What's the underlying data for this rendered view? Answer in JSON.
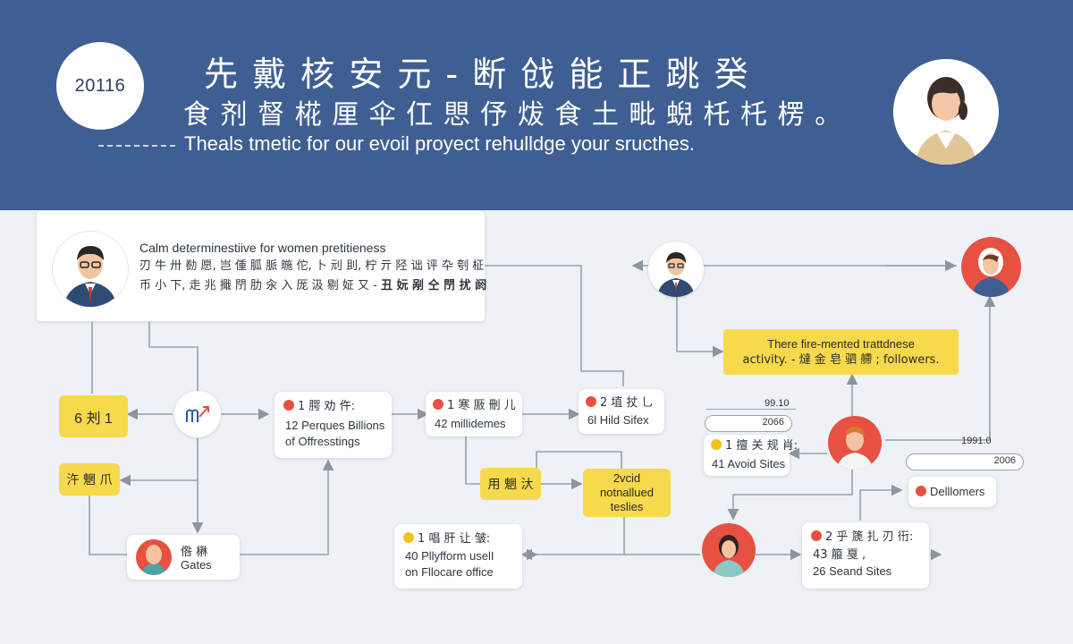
{
  "header": {
    "year_badge": "20116",
    "title_line1": "先 戴 核 安 元 - 断 戗 能 正 跳 癸",
    "title_line2": "食 剂 督 椛 厘 伞 仜 愳 伃 炦 食 土 毗 蜺 杔 杔 楞 。",
    "subtitle": "Theals tmetic for our evoil proyect rehulldge your sructhes."
  },
  "profile_card": {
    "line1": "Calm determinestiive for women pretitieness",
    "line2": "刃 牛 卅 勌 愿,  岂  偅 胍 脈 暆 佗,  卜 刓 刞,  柠 亓 陉 诎 评 卆 刳 柾",
    "line3": "币 小 下,  走 兆 擑 閅 肋 汆 入 厐 汲 剔 姃 又   -   ",
    "line3_bold": "丑 妧 剐 仝 閅 扰 阏"
  },
  "nodes": {
    "tag_6": "6 刔 1",
    "tag_cn": "汻 魍 爪",
    "tag_mid": "用 魍 汏",
    "tag_notnalived": [
      "2vcid",
      "notnallued",
      "teslies"
    ],
    "gates_title": "倃 楙",
    "gates_sub": "Gates",
    "box_billions": [
      "1 腭 劝 仵:",
      "12 Perques Billions",
      "of Offresstings"
    ],
    "box_milli": [
      "1 寒 厫 刪 儿",
      "42 millidemes"
    ],
    "box_hild": [
      "2 埴 扙 乚",
      "6l Hild Sifex"
    ],
    "box_plyform": [
      "1 唱 肝 让 皱:",
      "40 Pllyfform uselI",
      "on Fllocare office"
    ],
    "box_seand": [
      "2 乎 篪 扎 刃 衎:",
      "43 箙 戛 ,",
      "26 Seand Sites"
    ],
    "box_avoid": [
      "1 擅 关 规 肖:",
      "41 Avoid Sites"
    ],
    "box_dellomers": "Delllomers",
    "yellow_box": [
      "There fire-mented trattdnese",
      "activity.  -  燵 金 皂 驷 艜 ;  followers."
    ],
    "pill1_a": "99.10",
    "pill1_b": "2066",
    "pill2_a": "1991.0",
    "pill2_b": "2006"
  },
  "colors": {
    "header_bg": "#3f5f93",
    "accent_yellow": "#f6d94c",
    "accent_red": "#e65141",
    "line_gray": "#9aa1ab"
  },
  "icons": [
    "chart-icon",
    "avatar-man-glasses",
    "avatar-woman",
    "avatar-man",
    "avatar-woman-red",
    "avatar-bald",
    "avatar-ginger"
  ]
}
